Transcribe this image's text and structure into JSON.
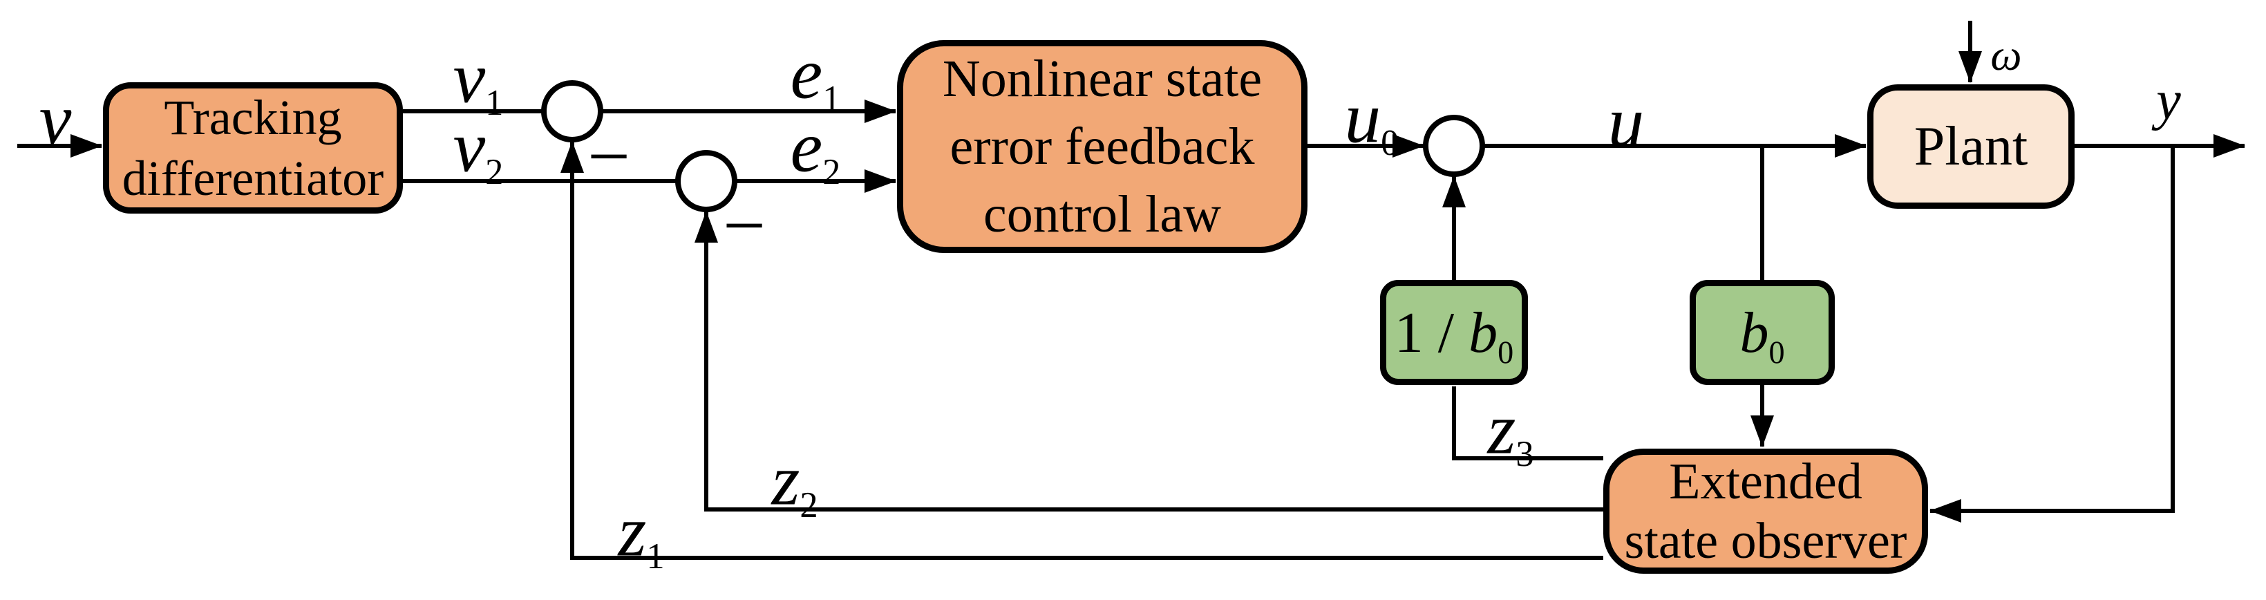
{
  "diagram": "control system block diagram",
  "blocks": {
    "tracking_differentiator": {
      "line1": "Tracking",
      "line2": "differentiator"
    },
    "nlsef": {
      "line1": "Nonlinear state",
      "line2": "error feedback",
      "line3": "control law"
    },
    "plant": {
      "label": "Plant"
    },
    "eso": {
      "line1": "Extended",
      "line2": "state observer"
    },
    "gain_inv_b0": {
      "prefix": "1 / ",
      "base": "b",
      "sub": "0"
    },
    "gain_b0": {
      "prefix": "",
      "base": "b",
      "sub": "0"
    }
  },
  "signals": {
    "v": {
      "base": "v",
      "sub": ""
    },
    "v1": {
      "base": "v",
      "sub": "1"
    },
    "v2": {
      "base": "v",
      "sub": "2"
    },
    "e1": {
      "base": "e",
      "sub": "1"
    },
    "e2": {
      "base": "e",
      "sub": "2"
    },
    "u0": {
      "base": "u",
      "sub": "0"
    },
    "u": {
      "base": "u",
      "sub": ""
    },
    "omega": {
      "base": "ω",
      "sub": ""
    },
    "y": {
      "base": "y",
      "sub": ""
    },
    "z1": {
      "base": "z",
      "sub": "1"
    },
    "z2": {
      "base": "z",
      "sub": "2"
    },
    "z3": {
      "base": "z",
      "sub": "3"
    }
  },
  "operators": {
    "minus1": "−",
    "minus2": "−"
  },
  "colors": {
    "block_orange": "#F2A876",
    "plant_peach": "#FBE7D5",
    "gain_green": "#A3C98B",
    "wire": "#000000",
    "sum_junction_fill": "#FFFFFF",
    "background": "#FFFFFF"
  }
}
